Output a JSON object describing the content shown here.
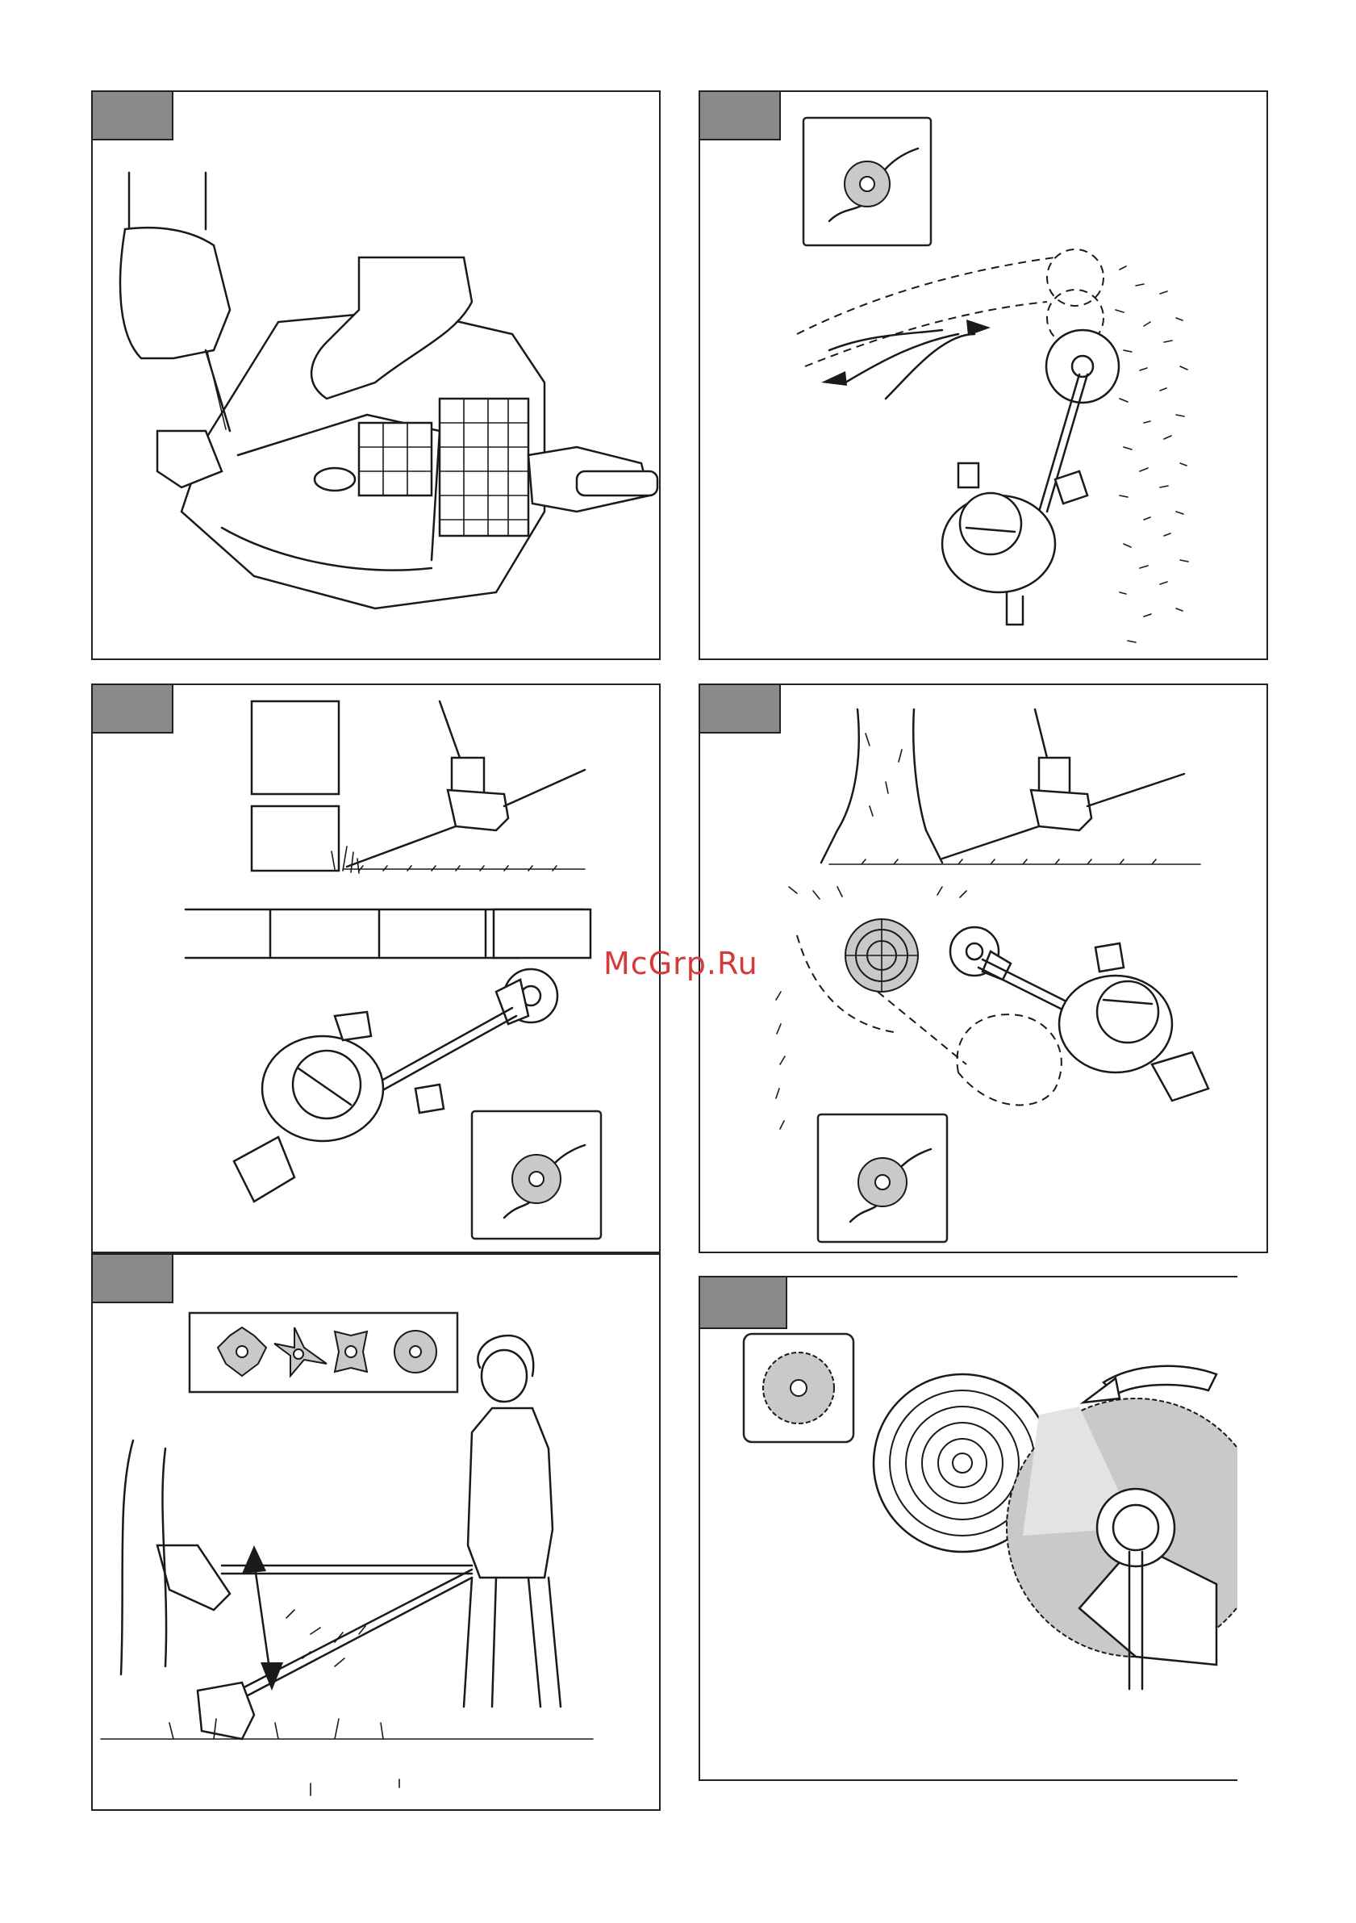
{
  "watermark": "McGrp.Ru",
  "figures": [
    {
      "id": "fig-1",
      "subject": "carburetor-adjustment-illustration"
    },
    {
      "id": "fig-2",
      "subject": "trimmer-swing-arc-illustration",
      "icon": "trimmer-head-icon"
    },
    {
      "id": "fig-3",
      "subject": "trimming-along-wall-illustration",
      "icon": "trimmer-head-icon"
    },
    {
      "id": "fig-4",
      "subject": "trimming-around-tree-illustration",
      "icon": "trimmer-head-icon"
    },
    {
      "id": "fig-5",
      "subject": "grass-blade-cutting-illustration",
      "icon": "grass-blades-icon"
    },
    {
      "id": "fig-6",
      "subject": "saw-blade-cutting-log-illustration",
      "icon": "saw-blade-icon"
    }
  ]
}
